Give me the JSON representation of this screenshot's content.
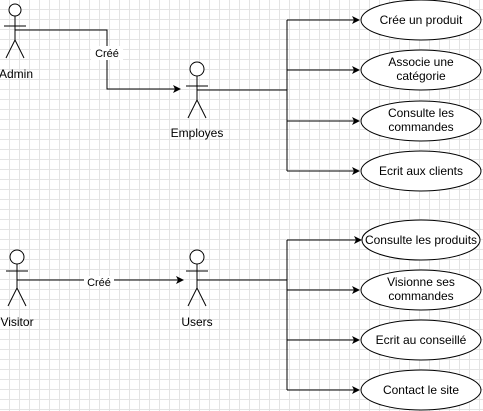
{
  "actors": {
    "admin": "Admin",
    "employes": "Employes",
    "visitor": "Visitor",
    "users": "Users"
  },
  "edges": {
    "admin_to_employes": "Créé",
    "visitor_to_users": "Créé"
  },
  "use_cases": {
    "employes": [
      [
        "Crée un produit"
      ],
      [
        "Associe une",
        "catégorie"
      ],
      [
        "Consulte les",
        "commandes"
      ],
      [
        "Ecrit aux clients"
      ]
    ],
    "users": [
      [
        "Consulte les produits"
      ],
      [
        "Visionne ses",
        "commandes"
      ],
      [
        "Ecrit au conseillé"
      ],
      [
        "Contact le site"
      ]
    ]
  }
}
